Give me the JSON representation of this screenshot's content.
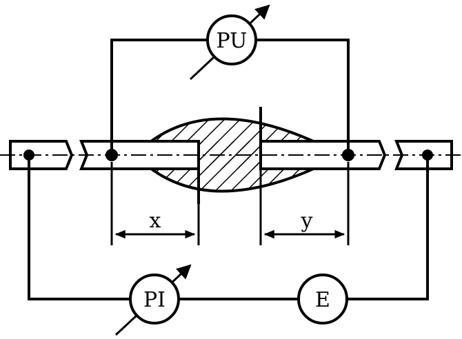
{
  "meters": {
    "voltmeter": {
      "label": "PU",
      "icon": "voltmeter-icon"
    },
    "ammeter": {
      "label": "PI",
      "icon": "ammeter-icon"
    },
    "source": {
      "label": "E",
      "icon": "power-source-icon"
    }
  },
  "dimensions": {
    "left": {
      "label": "x"
    },
    "right": {
      "label": "y"
    }
  },
  "colors": {
    "ink": "#000000",
    "paper": "#ffffff"
  }
}
